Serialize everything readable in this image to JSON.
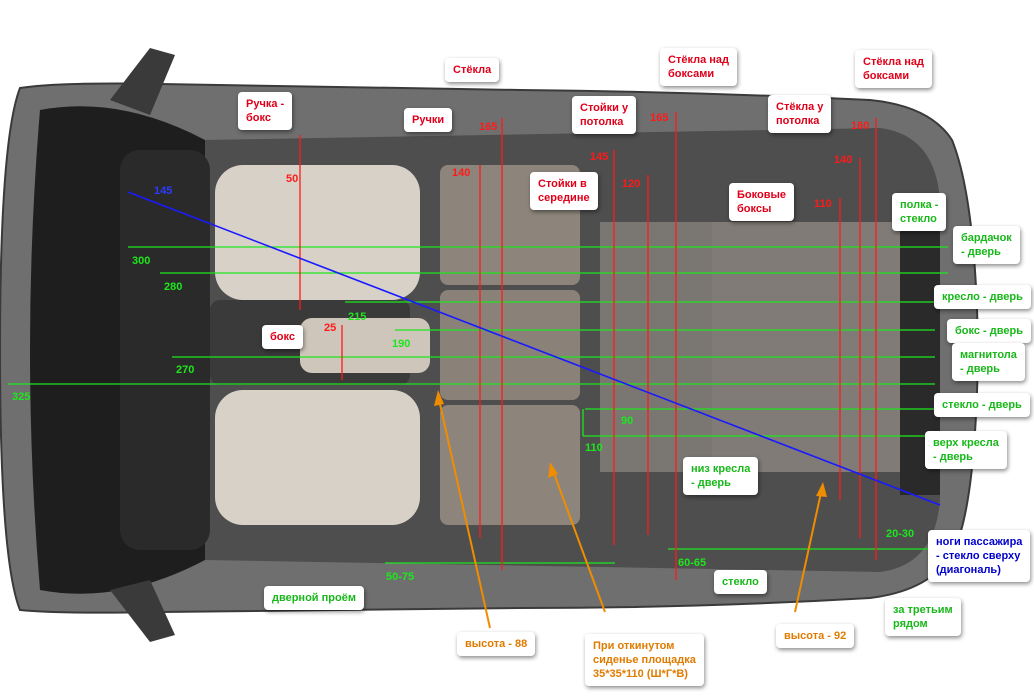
{
  "callouts": {
    "glass": "Стёкла",
    "handle_box": "Ручка -\nбокс",
    "handles": "Ручки",
    "pillars_ceiling_1": "Стойки у\nпотолка",
    "glass_above_boxes_1": "Стёкла над\nбоксами",
    "glass_ceiling": "Стёкла у\nпотолка",
    "glass_above_boxes_2": "Стёкла над\nбоксами",
    "pillars_middle": "Стойки в\nсередине",
    "side_boxes": "Боковые\nбоксы",
    "shelf_glass": "полка -\nстекло",
    "glovebox_door": "бардачок\n- дверь",
    "seat_door": "кресло - дверь",
    "box_door": "бокс - дверь",
    "radio_door": "магнитола\n- дверь",
    "glass_door": "стекло - дверь",
    "seat_top_door": "верх кресла\n- дверь",
    "seat_bottom_door": "низ кресла\n- дверь",
    "legs_passenger": "ноги пассажира\n- стекло сверху\n(диагональ)",
    "box": "бокс",
    "door_opening": "дверной проём",
    "glass_bottom": "стекло",
    "behind_third_row": "за третьим\nрядом",
    "height_88": "высота - 88",
    "platform": "При откинутом\nсиденье площадка\n35*35*110 (Ш*Г*В)",
    "height_92": "высота - 92"
  },
  "measurements": {
    "red": [
      "50",
      "140",
      "165",
      "145",
      "120",
      "165",
      "140",
      "160",
      "110",
      "25"
    ],
    "green": [
      "300",
      "280",
      "215",
      "190",
      "270",
      "325",
      "90",
      "110",
      "50-75",
      "60-65",
      "20-30"
    ],
    "blue": [
      "145"
    ]
  },
  "colors": {
    "red": "#ff1a1a",
    "green": "#1ee61e",
    "blue": "#1a1aff",
    "orange": "#f08c00"
  }
}
